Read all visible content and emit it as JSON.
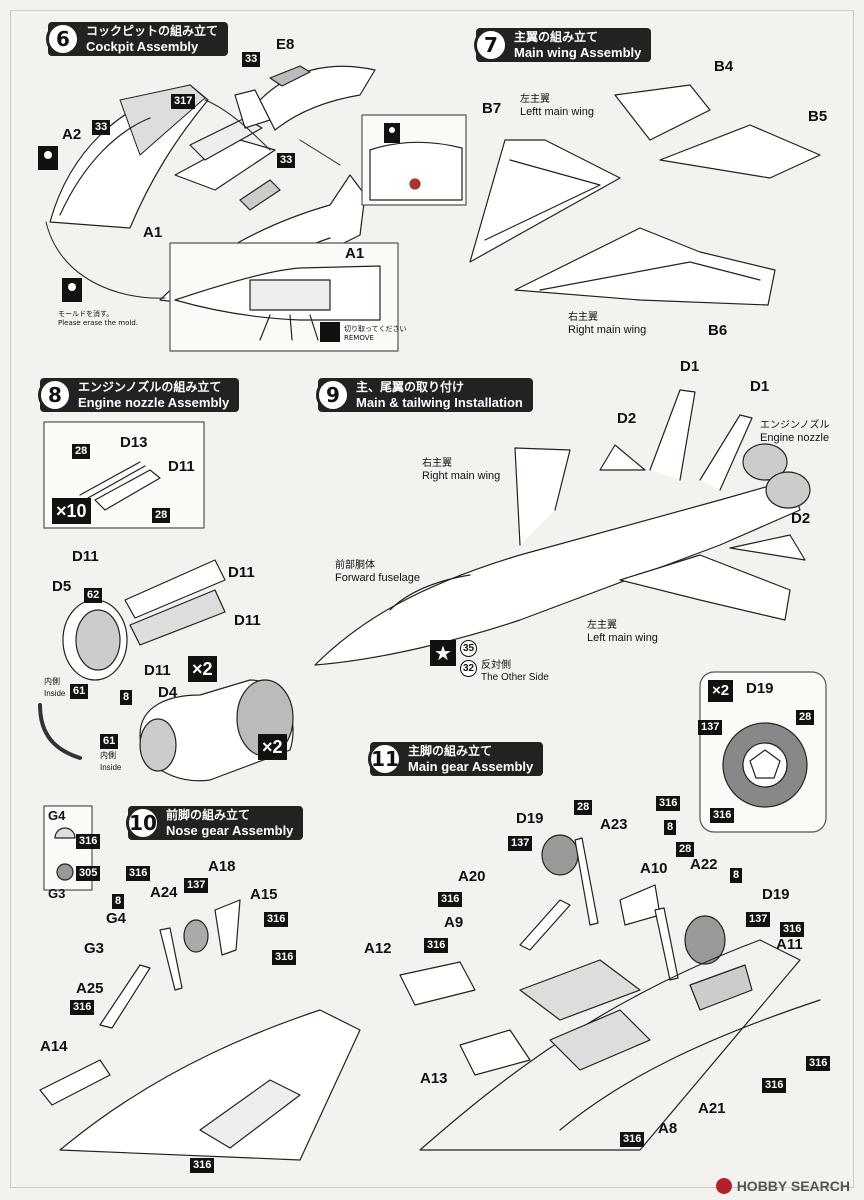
{
  "steps": {
    "s6": {
      "num": "6",
      "jp": "コックピットの組み立て",
      "en": "Cockpit Assembly"
    },
    "s7": {
      "num": "7",
      "jp": "主翼の組み立て",
      "en": "Main wing Assembly"
    },
    "s8": {
      "num": "8",
      "jp": "エンジンノズルの組み立て",
      "en": "Engine nozzle Assembly"
    },
    "s9": {
      "num": "9",
      "jp": "主、尾翼の取り付け",
      "en": "Main & tailwing Installation"
    },
    "s10": {
      "num": "10",
      "jp": "前脚の組み立て",
      "en": "Nose gear Assembly"
    },
    "s11": {
      "num": "11",
      "jp": "主脚の組み立て",
      "en": "Main gear Assembly"
    }
  },
  "step6": {
    "parts": {
      "e8": "E8",
      "a2": "A2",
      "a1": "A1",
      "a1b": "A1"
    },
    "tags": {
      "t33a": "33",
      "t33b": "33",
      "t33c": "33",
      "t317": "317"
    },
    "mold_jp": "モールドを消す。",
    "mold_en": "Please erase the mold.",
    "remove_jp": "切り取ってください",
    "remove_en": "REMOVE"
  },
  "step7": {
    "parts": {
      "b4": "B4",
      "b5": "B5",
      "b6": "B6",
      "b7": "B7"
    },
    "left_jp": "左主翼",
    "left_en": "Leftt main wing",
    "right_jp": "右主翼",
    "right_en": "Right main wing"
  },
  "step8": {
    "parts": {
      "d13": "D13",
      "d11a": "D11",
      "d11b": "D11",
      "d11c": "D11",
      "d11d": "D11",
      "d11e": "D11",
      "d5": "D5",
      "d4": "D4"
    },
    "tags": {
      "t28a": "28",
      "t28b": "28",
      "t62": "62",
      "t61a": "61",
      "t61b": "61",
      "t8": "8"
    },
    "x10": "×10",
    "x2a": "×2",
    "x2b": "×2",
    "inside_jp": "内側",
    "inside_en": "Inside",
    "inside2_jp": "内側",
    "inside2_en": "Inside"
  },
  "step9": {
    "parts": {
      "d1a": "D1",
      "d1b": "D1",
      "d2a": "D2",
      "d2b": "D2"
    },
    "nozzle_jp": "エンジンノズル",
    "nozzle_en": "Engine nozzle",
    "rmw_jp": "右主翼",
    "rmw_en": "Right main wing",
    "fwd_jp": "前部胴体",
    "fwd_en": "Forward fuselage",
    "lmw_jp": "左主翼",
    "lmw_en": "Left main wing",
    "decal35": "35",
    "decal32": "32",
    "other_jp": "反対側",
    "other_en": "The Other Side"
  },
  "wheel_box": {
    "mult": "×2",
    "part": "D19",
    "t137": "137",
    "t28": "28",
    "t316": "316"
  },
  "step10": {
    "parts": {
      "g4a": "G4",
      "g3a": "G3",
      "g4b": "G4",
      "g3b": "G3",
      "a24": "A24",
      "a18": "A18",
      "a15": "A15",
      "a25": "A25",
      "a14": "A14"
    },
    "tags": {
      "t316a": "316",
      "t305": "305",
      "t316b": "316",
      "t8": "8",
      "t137": "137",
      "t316c": "316",
      "t316d": "316",
      "t316e": "316",
      "t316f": "316"
    }
  },
  "step11": {
    "parts": {
      "d19a": "D19",
      "a23": "A23",
      "a20": "A20",
      "a9": "A9",
      "a12": "A12",
      "a10": "A10",
      "a22": "A22",
      "d19b": "D19",
      "a11": "A11",
      "a13": "A13",
      "a21": "A21",
      "a8": "A8"
    },
    "tags": {
      "t28a": "28",
      "t316a": "316",
      "t137a": "137",
      "t8a": "8",
      "t316b": "316",
      "t316c": "316",
      "t28b": "28",
      "t8b": "8",
      "t137b": "137",
      "t316d": "316",
      "t316e": "316",
      "t316f": "316",
      "t316g": "316"
    }
  },
  "watermark": "HOBBY SEARCH"
}
